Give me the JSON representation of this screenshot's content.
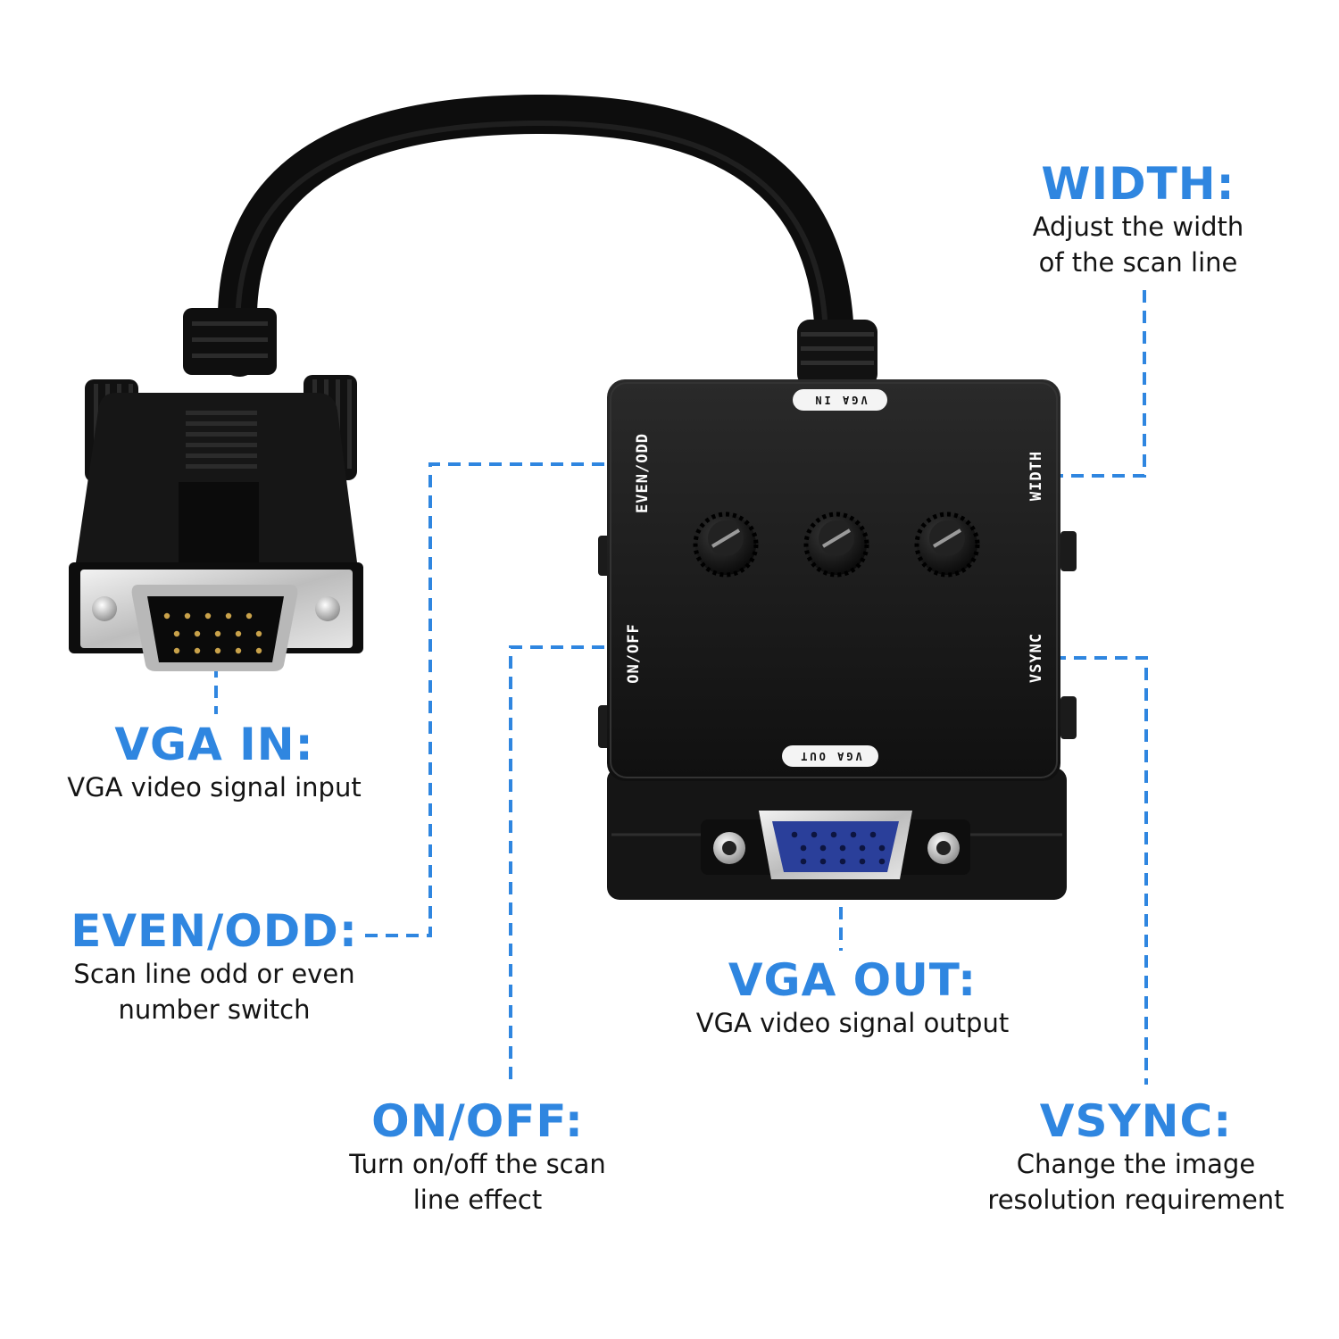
{
  "device": {
    "top_label": "VGA IN",
    "bottom_label": "VGA OUT",
    "side_labels": {
      "even_odd": "EVEN/ODD",
      "on_off": "ON/OFF",
      "width": "WIDTH",
      "vsync": "VSYNC"
    },
    "knob_count": 3
  },
  "callouts": {
    "width": {
      "title": "WIDTH:",
      "desc": [
        "Adjust the width",
        "of the scan line"
      ]
    },
    "vga_in": {
      "title": "VGA IN:",
      "desc": [
        "VGA video signal input"
      ]
    },
    "even_odd": {
      "title": "EVEN/ODD:",
      "desc": [
        "Scan line odd or even",
        "number switch"
      ]
    },
    "vga_out": {
      "title": "VGA OUT:",
      "desc": [
        "VGA video signal output"
      ]
    },
    "on_off": {
      "title": "ON/OFF:",
      "desc": [
        "Turn on/off the scan",
        "line effect"
      ]
    },
    "vsync": {
      "title": "VSYNC:",
      "desc": [
        "Change the image",
        "resolution requirement"
      ]
    }
  },
  "colors": {
    "accent": "#2f86e0",
    "text": "#141414",
    "device_body": "#1a1a1a",
    "vga_port_blue": "#2a3f9a"
  },
  "icons": [
    "vga-male-connector-icon",
    "vga-female-port-icon",
    "knob-icon"
  ]
}
